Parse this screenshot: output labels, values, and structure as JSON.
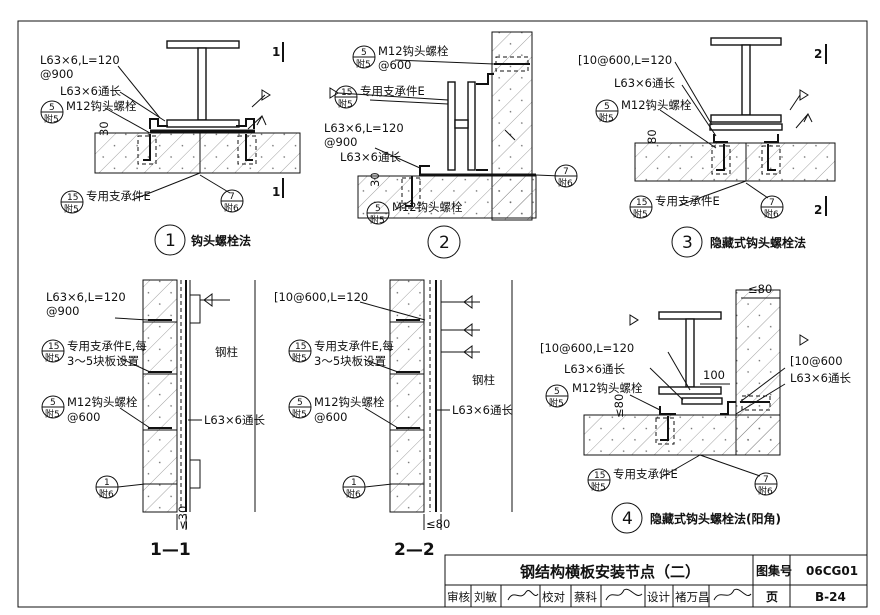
{
  "title_block": {
    "title": "钢结构横板安装节点（二）",
    "atlas_label": "图集号",
    "atlas_no": "06CG01",
    "review_label": "审核",
    "reviewer": "刘敏",
    "check_label": "校对",
    "checker": "蔡科",
    "design_label": "设计",
    "designer": "褚万昌",
    "page_label": "页",
    "page_no": "B-24"
  },
  "details": {
    "d1": {
      "num": "1",
      "caption": "钩头螺栓法",
      "section_mark": "1",
      "label_angle": "L63×6,L=120",
      "label_spacing": "@900",
      "label_long": "L63×6通长",
      "bolt_ref": {
        "top": "5",
        "bottom": "附5"
      },
      "bolt": "M12钩头螺栓",
      "dim": "30",
      "support_ref": {
        "top": "15",
        "bottom": "附5"
      },
      "support": "专用支承件E",
      "ref7": {
        "top": "7",
        "bottom": "附6"
      }
    },
    "d2": {
      "num": "2",
      "bolt_ref": {
        "top": "5",
        "bottom": "附5"
      },
      "bolt": "M12钩头螺栓",
      "bolt_spacing": "@600",
      "support_ref": {
        "top": "15",
        "bottom": "附5"
      },
      "support": "专用支承件E",
      "label_angle": "L63×6,L=120",
      "label_spacing": "@900",
      "label_long": "L63×6通长",
      "dim": "30",
      "bottom_ref": {
        "top": "5",
        "bottom": "附5"
      },
      "ref7": {
        "top": "7",
        "bottom": "附6"
      }
    },
    "d3": {
      "num": "3",
      "caption": "隐藏式钩头螺栓法",
      "section_mark": "2",
      "label_channel": "[10@600,L=120",
      "label_long": "L63×6通长",
      "bolt_ref": {
        "top": "5",
        "bottom": "附5"
      },
      "bolt": "M12钩头螺栓",
      "dim": "80",
      "support_ref": {
        "top": "15",
        "bottom": "附5"
      },
      "support": "专用支承件E",
      "ref7": {
        "top": "7",
        "bottom": "附6"
      }
    },
    "s11": {
      "caption": "1—1",
      "label_angle": "L63×6,L=120",
      "label_spacing": "@900",
      "support_ref": {
        "top": "15",
        "bottom": "附5"
      },
      "support": "专用支承件E,每",
      "support_note": "3～5块板设置",
      "column": "钢柱",
      "bolt_ref": {
        "top": "5",
        "bottom": "附5"
      },
      "bolt": "M12钩头螺栓",
      "bolt_spacing": "@600",
      "label_long": "L63×6通长",
      "ref1": {
        "top": "1",
        "bottom": "附6"
      },
      "dim": "≤30"
    },
    "s22": {
      "caption": "2—2",
      "label_channel": "[10@600,L=120",
      "support_ref": {
        "top": "15",
        "bottom": "附5"
      },
      "support": "专用支承件E,每",
      "support_note": "3～5块板设置",
      "column": "钢柱",
      "bolt_ref": {
        "top": "5",
        "bottom": "附5"
      },
      "bolt": "M12钩头螺栓",
      "bolt_spacing": "@600",
      "label_long": "L63×6通长",
      "ref1": {
        "top": "1",
        "bottom": "附6"
      },
      "dim": "≤80"
    },
    "d4": {
      "num": "4",
      "caption": "隐藏式钩头螺栓法(阳角)",
      "dim_top": "≤80",
      "label_channel": "[10@600,L=120",
      "label_long": "L63×6通长",
      "bolt_ref": {
        "top": "5",
        "bottom": "附5"
      },
      "bolt": "M12钩头螺栓",
      "dim_gap": "100",
      "dim_side": "≤80",
      "label_channel2": "[10@600",
      "label_long2": "L63×6通长",
      "support_ref": {
        "top": "15",
        "bottom": "附5"
      },
      "support": "专用支承件E",
      "ref7": {
        "top": "7",
        "bottom": "附6"
      }
    }
  }
}
